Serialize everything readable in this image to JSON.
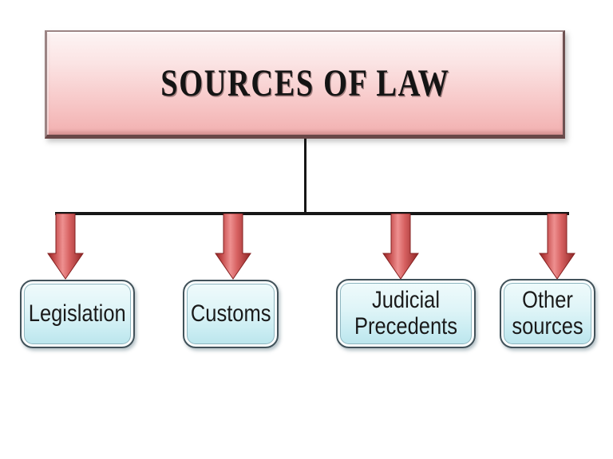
{
  "diagram": {
    "title": "SOURCES OF LAW",
    "branches": [
      {
        "label": "Legislation"
      },
      {
        "label": "Customs"
      },
      {
        "label": "Judicial Precedents"
      },
      {
        "label": "Other sources"
      }
    ],
    "colors": {
      "title_fill_top": "#fdf4f4",
      "title_fill_bottom": "#f2b0b0",
      "title_border": "#8f6f6f",
      "connector_line": "#161616",
      "arrow_red": "#c94747",
      "arrow_red_dark": "#8f2626",
      "arrow_red_highlight": "#ee9090",
      "node_fill_top": "#f1fbfc",
      "node_fill_bottom": "#b9e4ec",
      "node_border": "#42525a",
      "text": "#1a1a1a"
    }
  }
}
